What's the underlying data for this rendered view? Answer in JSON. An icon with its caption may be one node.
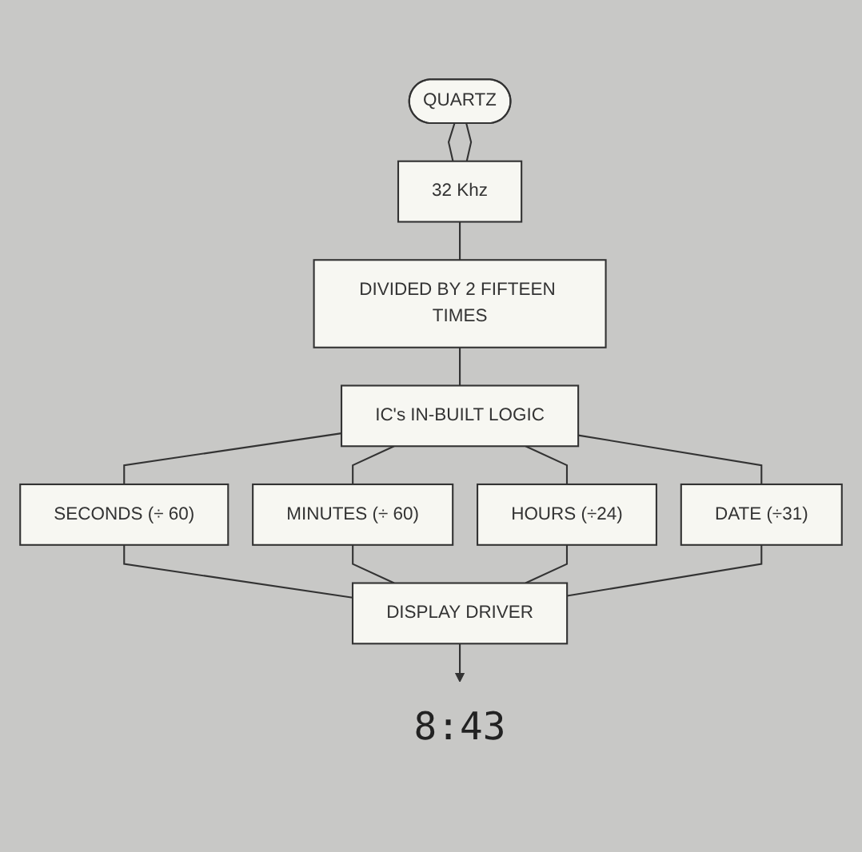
{
  "diagram": {
    "nodes": [
      {
        "text": [
          "QUARTZ"
        ]
      },
      {
        "text": [
          "32 Khz"
        ]
      },
      {
        "text": [
          "DIVIDED BY 2 FIFTEEN TIMES"
        ]
      },
      {
        "text": [
          "IC's IN-BUILT LOGIC"
        ]
      },
      {
        "text": [
          "SECONDS (÷ 60)"
        ]
      },
      {
        "text": [
          "MINUTES (÷ 60)"
        ]
      },
      {
        "text": [
          "HOURS (÷24)"
        ]
      },
      {
        "text": [
          "DATE (÷31)"
        ]
      },
      {
        "text": [
          "DISPLAY DRIVER"
        ]
      },
      {
        "text": [
          "8:43"
        ]
      }
    ],
    "edges": [
      {
        "from": 0,
        "to": 1,
        "arrow": "none"
      },
      {
        "from": 0,
        "to": 1,
        "arrow": "none"
      },
      {
        "from": 1,
        "to": 2,
        "arrow": "none"
      },
      {
        "from": 2,
        "to": 3,
        "arrow": "none"
      },
      {
        "from": 3,
        "to": 4,
        "arrow": "none"
      },
      {
        "from": 3,
        "to": 5,
        "arrow": "none"
      },
      {
        "from": 3,
        "to": 6,
        "arrow": "none"
      },
      {
        "from": 3,
        "to": 7,
        "arrow": "none"
      },
      {
        "from": 4,
        "to": 8,
        "arrow": "none"
      },
      {
        "from": 5,
        "to": 8,
        "arrow": "none"
      },
      {
        "from": 6,
        "to": 8,
        "arrow": "none"
      },
      {
        "from": 7,
        "to": 8,
        "arrow": "none"
      },
      {
        "from": 8,
        "to": 9,
        "arrow": "to"
      }
    ]
  }
}
